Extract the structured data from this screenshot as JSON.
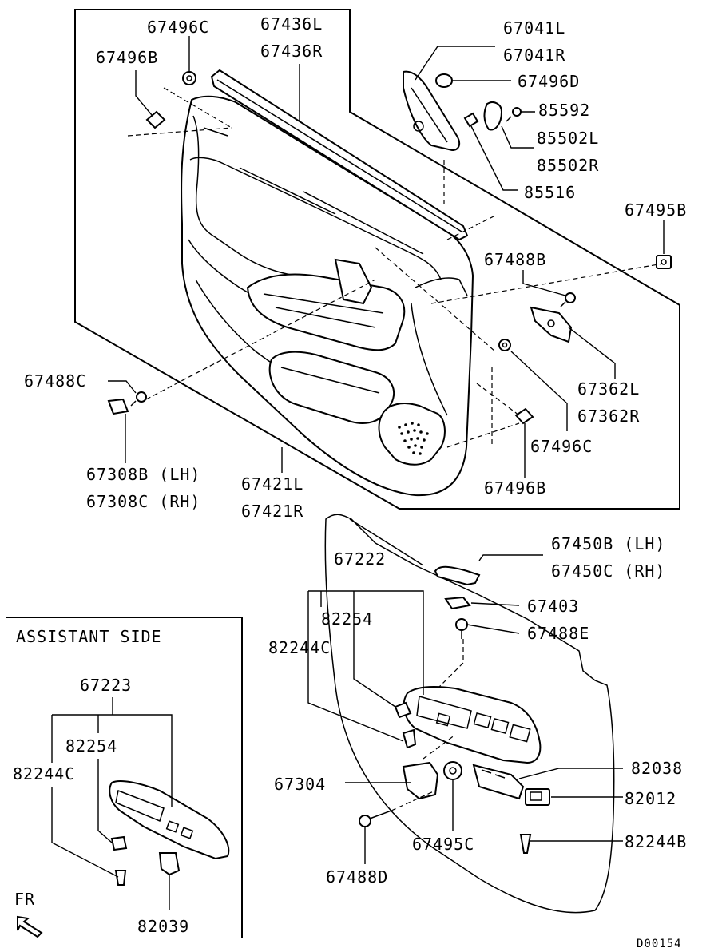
{
  "labels": {
    "l67496C_top": "67496C",
    "l67436L": "67436L",
    "l67436R": "67436R",
    "l67041L": "67041L",
    "l67041R": "67041R",
    "l67496B_top": "67496B",
    "l67496D": "67496D",
    "l85592": "85592",
    "l85502L": "85502L",
    "l85502R": "85502R",
    "l85516": "85516",
    "l67495B": "67495B",
    "l67488B": "67488B",
    "l67488C": "67488C",
    "l67362L": "67362L",
    "l67362R": "67362R",
    "l67496C_mid": "67496C",
    "l67496B_mid": "67496B",
    "l67308B": "67308B (LH)",
    "l67308C": "67308C (RH)",
    "l67421L": "67421L",
    "l67421R": "67421R",
    "l67450B": "67450B (LH)",
    "l67450C": "67450C (RH)",
    "l67222": "67222",
    "l67403": "67403",
    "l82254_main": "82254",
    "l67488E": "67488E",
    "l82244C_main": "82244C",
    "l82038": "82038",
    "l82012": "82012",
    "l67304": "67304",
    "l67495C": "67495C",
    "l82244B": "82244B",
    "l67488D": "67488D",
    "l67223": "67223",
    "l82254_asst": "82254",
    "l82244C_asst": "82244C",
    "l82039": "82039",
    "fr": "FR",
    "diagram_id": "D00154"
  },
  "inset": {
    "title": "ASSISTANT SIDE"
  }
}
